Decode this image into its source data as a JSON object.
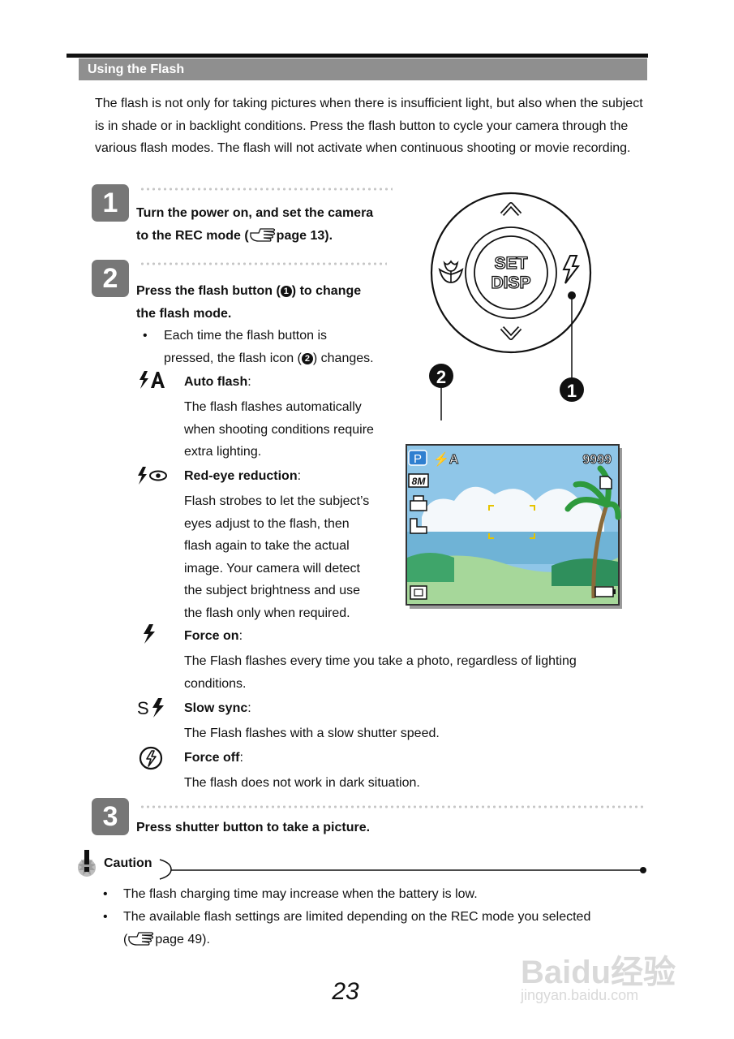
{
  "header": {
    "section_title": "Using the Flash"
  },
  "intro": "The flash is not only for taking pictures when there is insufficient light, but also when the subject is in shade or in backlight conditions. Press the flash button to cycle your camera through the various flash modes. The flash will not activate when continuous shooting or movie recording.",
  "steps": [
    {
      "number": "1",
      "line1": "Turn the power on, and set the camera",
      "line2_pre": "to the REC mode (",
      "line2_ref": "page 13)."
    },
    {
      "number": "2",
      "line1_pre": "Press the flash button (",
      "badge": "1",
      "line1_post": ") to change",
      "line2": "the flash mode.",
      "bullet_line1": "Each time the flash button is",
      "bullet_line2_pre": "pressed, the flash icon (",
      "bullet_badge": "2",
      "bullet_line2_post": ") changes."
    },
    {
      "number": "3",
      "text": "Press shutter button to take a picture."
    }
  ],
  "modes": [
    {
      "icon": "auto-flash-icon",
      "name": "Auto flash",
      "lines": [
        "The flash flashes automatically",
        "when shooting conditions require",
        "extra lighting."
      ]
    },
    {
      "icon": "red-eye-icon",
      "name": "Red-eye reduction",
      "lines": [
        "Flash strobes to let the subject’s",
        "eyes adjust to the flash, then",
        "flash again to take the actual",
        "image. Your camera will detect",
        "the subject brightness and use",
        "the flash only when required."
      ]
    },
    {
      "icon": "force-on-icon",
      "name": "Force on",
      "lines": [
        "The Flash flashes every time you take a photo, regardless of lighting",
        "conditions."
      ]
    },
    {
      "icon": "slow-sync-icon",
      "name": "Slow sync",
      "lines": [
        "The Flash flashes with a slow shutter speed."
      ]
    },
    {
      "icon": "force-off-icon",
      "name": "Force off",
      "lines": [
        "The flash does not work in dark situation."
      ]
    }
  ],
  "dial": {
    "up": "∧",
    "set": "SET",
    "disp": "DISP",
    "callout1": "1",
    "callout2": "2"
  },
  "lcd": {
    "mode": "P",
    "flash": "⚡A",
    "count": "9999",
    "size": "8M"
  },
  "caution": {
    "title": "Caution",
    "items": [
      "The flash charging time may increase when the battery is low.",
      "The available flash settings are limited depending on the REC mode you selected"
    ],
    "item2_ref": "page 49)."
  },
  "page_number": "23",
  "watermark": {
    "brand": "Baidu经验",
    "url": "jingyan.baidu.com"
  },
  "colors": {
    "section_bar": "#8f8f8f",
    "step_box": "#777777",
    "lcd_sky": "#8fc6e8",
    "lcd_mode": "#2f7fd0"
  }
}
